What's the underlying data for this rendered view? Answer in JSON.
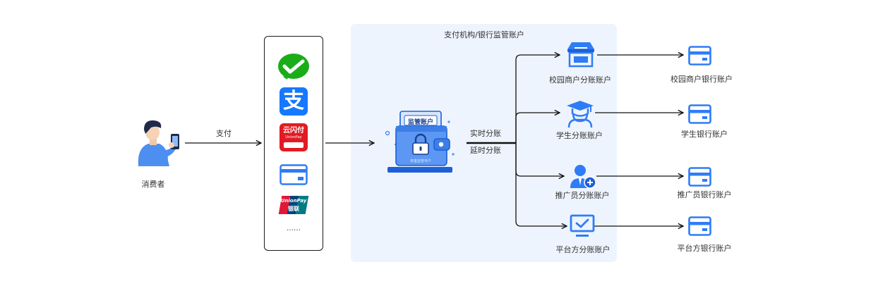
{
  "consumer": {
    "label": "消费者"
  },
  "pay_edge": {
    "label": "支付"
  },
  "payment_methods": {
    "items": [
      {
        "name": "wechat-pay-icon"
      },
      {
        "name": "alipay-icon",
        "glyph": "支"
      },
      {
        "name": "cloud-quickpass-icon",
        "text": "云闪付",
        "subtext": "UnionPay"
      },
      {
        "name": "bank-card-icon"
      },
      {
        "name": "unionpay-icon",
        "text": "UnionPay",
        "subtext": "银联"
      }
    ],
    "more": "……"
  },
  "platform": {
    "title": "支付机构/银行监管账户",
    "wallet_label": "监管账户",
    "wallet_footer": "资金监管专户"
  },
  "split_modes": {
    "realtime": "实时分账",
    "delayed": "延时分账"
  },
  "sub_accounts": [
    {
      "icon": "store-icon",
      "label": "校园商户分账账户",
      "bank": "校园商户银行账户"
    },
    {
      "icon": "graduate-icon",
      "label": "学生分账账户",
      "bank": "学生银行账户"
    },
    {
      "icon": "promoter-icon",
      "label": "推广员分账账户",
      "bank": "推广员银行账户"
    },
    {
      "icon": "monitor-check-icon",
      "label": "平台方分账账户",
      "bank": "平台方银行账户"
    }
  ],
  "colors": {
    "blue": "#2f7cf6",
    "blue_dark": "#1d5fd6",
    "panel_bg": "#eef4fd",
    "wechat": "#1aad19",
    "alipay": "#1677ff",
    "quickpass_red": "#e21b23",
    "line": "#111111"
  }
}
